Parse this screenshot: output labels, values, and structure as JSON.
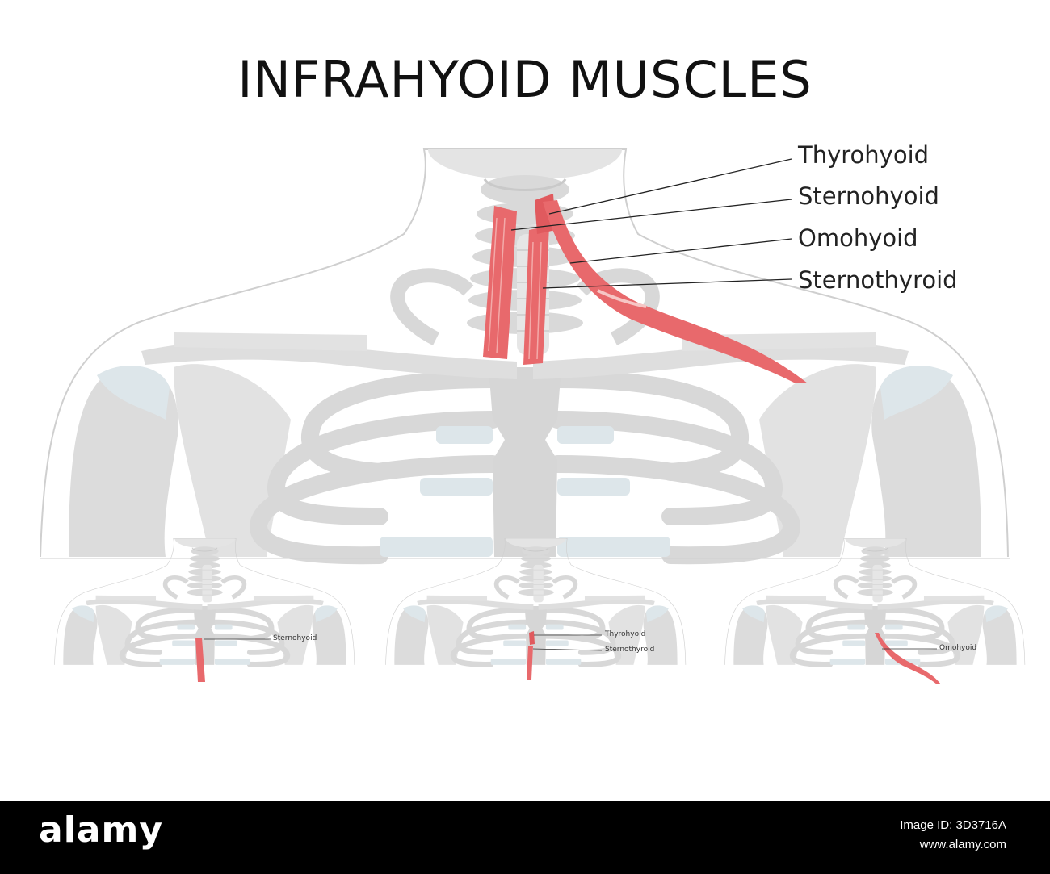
{
  "title": "INFRAHYOID MUSCLES",
  "main_labels": [
    "Thyrohyoid",
    "Sternohyoid",
    "Omohyoid",
    "Sternothyroid"
  ],
  "panels": [
    {
      "labels": [
        "Sternohyoid"
      ]
    },
    {
      "labels": [
        "Thyrohyoid",
        "Sternothyroid"
      ]
    },
    {
      "labels": [
        "Omohyoid"
      ]
    }
  ],
  "colors": {
    "muscle": "#e8696c",
    "muscle_light": "#f3aaa9",
    "bone": "#dcdcdc",
    "outline": "#cfcfcf",
    "cartilage": "#dde6ea"
  },
  "footer": {
    "brand": "alamy",
    "image_id": "Image ID: 3D3716A",
    "url": "www.alamy.com"
  }
}
